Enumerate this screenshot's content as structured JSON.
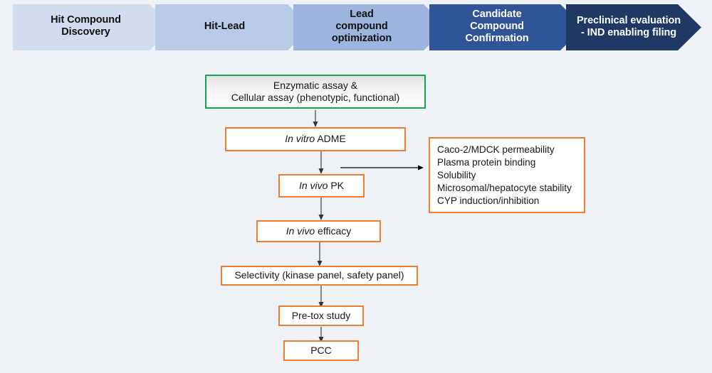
{
  "page": {
    "background_color": "#eef1f5",
    "title": "Drug discovery stage banner and preclinical workflow flowchart"
  },
  "banner": {
    "name": "drug-discovery-stage-banner",
    "stages": [
      {
        "id": "hit-compound-discovery",
        "label": "Hit Compound\nDiscovery",
        "fill": "#d3dcef",
        "text_color": "#111111"
      },
      {
        "id": "hit-lead",
        "label": "Hit-Lead",
        "fill": "#bacbe8",
        "text_color": "#111111"
      },
      {
        "id": "lead-compound-optimization",
        "label": "Lead\ncompound\noptimization",
        "fill": "#9cb4de",
        "text_color": "#111111"
      },
      {
        "id": "candidate-compound-confirmation",
        "label": "Candidate\nCompound\nConfirmation",
        "fill": "#2f5597",
        "text_color": "#ffffff"
      },
      {
        "id": "preclinical-evaluation",
        "label": "Preclinical evaluation\n- IND enabling filing",
        "fill": "#1f3864",
        "text_color": "#ffffff"
      }
    ]
  },
  "flow": {
    "name": "preclinical-workflow-flowchart",
    "accent_color": "#ED7D31",
    "start_color": "#0FA84B",
    "arrow_color": "#595959",
    "branch_arrow_color": "#000000",
    "nodes": [
      {
        "id": "enzymatic-cellular-assay",
        "lines": [
          "Enzymatic assay &",
          "Cellular assay (phenotypic, functional)"
        ],
        "border_color": "#0FA84B"
      },
      {
        "id": "in-vitro-adme",
        "italic_prefix": "In vitro",
        "rest": " ADME",
        "border_color": "#ED7D31"
      },
      {
        "id": "in-vivo-pk",
        "italic_prefix": "In vivo",
        "rest": " PK",
        "border_color": "#ED7D31"
      },
      {
        "id": "in-vivo-efficacy",
        "italic_prefix": "In vivo",
        "rest": " efficacy",
        "border_color": "#ED7D31"
      },
      {
        "id": "selectivity",
        "label": "Selectivity (kinase panel, safety panel)",
        "border_color": "#ED7D31"
      },
      {
        "id": "pre-tox-study",
        "label": "Pre-tox study",
        "border_color": "#ED7D31"
      },
      {
        "id": "pcc",
        "label": "PCC",
        "border_color": "#ED7D31"
      }
    ],
    "adme_assay_list": {
      "id": "adme-assay-list",
      "border_color": "#ED7D31",
      "items": [
        "Caco-2/MDCK permeability",
        "Plasma protein binding",
        "Solubility",
        "Microsomal/hepatocyte stability",
        "CYP induction/inhibition"
      ]
    }
  }
}
